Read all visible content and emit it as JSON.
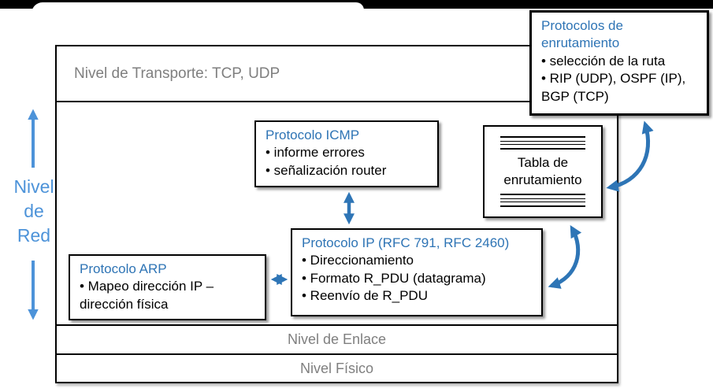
{
  "stack": {
    "transport_label": "Nivel de Transporte: TCP, UDP",
    "link_label": "Nivel de Enlace",
    "physical_label": "Nivel Físico"
  },
  "side_label": {
    "lines": [
      "Nivel",
      "de",
      "Red"
    ]
  },
  "boxes": {
    "icmp": {
      "title": "Protocolo ICMP",
      "lines": [
        "• informe errores",
        "• señalización router"
      ]
    },
    "ip": {
      "title": "Protocolo IP (RFC 791, RFC 2460)",
      "lines": [
        "• Direccionamiento",
        "• Formato R_PDU (datagrama)",
        "• Reenvío de R_PDU"
      ]
    },
    "arp": {
      "title": "Protocolo ARP",
      "lines": [
        "• Mapeo dirección IP –",
        "dirección física"
      ]
    },
    "routing_protocols": {
      "title_lines": [
        "Protocolos de",
        "enrutamiento"
      ],
      "lines": [
        "• selección de la ruta",
        "• RIP (UDP), OSPF (IP),",
        "BGP (TCP)"
      ]
    },
    "routing_table": {
      "label_lines": [
        "Tabla de",
        "enrutamiento"
      ]
    }
  },
  "icons": {
    "arrows": [
      "double-arrow-vertical-icmp-ip",
      "double-arrow-horizontal-arp-ip",
      "curved-double-arrow-table-routing",
      "curved-double-arrow-ip-table",
      "up-arrow-network-level",
      "down-arrow-network-level"
    ]
  },
  "colors": {
    "title_blue": "#2E74B5",
    "arrow_blue": "#2E75B6",
    "side_label_blue": "#4D93D9",
    "gray_text": "#7F7F7F",
    "bar_black": "#000000"
  }
}
